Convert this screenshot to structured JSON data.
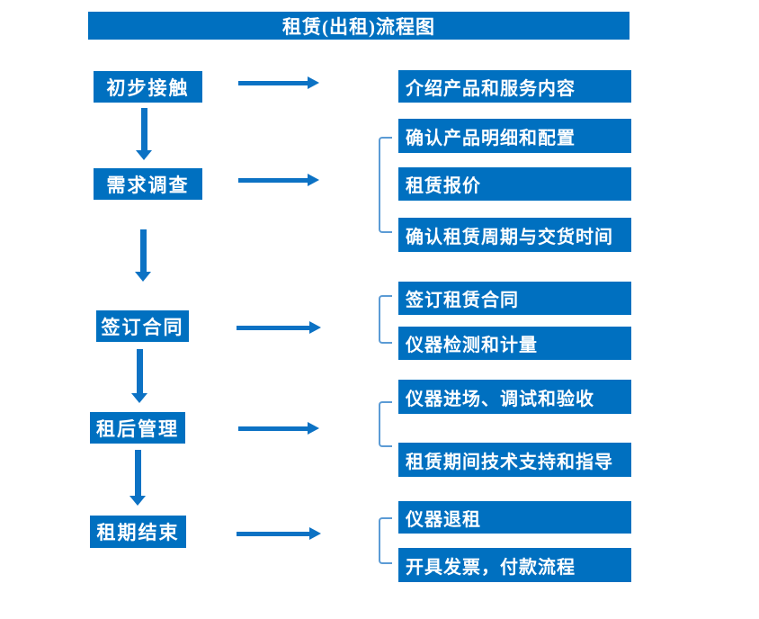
{
  "title": "租赁(出租)流程图",
  "colors": {
    "box_blue": "#0070C0",
    "arrow_blue": "#0C72C4",
    "bracket_blue": "#5B9BD5",
    "text": "#FFFFFF",
    "background": "#FFFFFF"
  },
  "rows": [
    {
      "step": "初步接触",
      "details": [
        "介绍产品和服务内容"
      ]
    },
    {
      "step": "需求调查",
      "details": [
        "确认产品明细和配置",
        "租赁报价",
        "确认租赁周期与交货时间"
      ]
    },
    {
      "step": "签订合同",
      "details": [
        "签订租赁合同",
        "仪器检测和计量"
      ]
    },
    {
      "step": "租后管理",
      "details": [
        "仪器进场、调试和验收",
        "租赁期间技术支持和指导"
      ]
    },
    {
      "step": "租期结束",
      "details": [
        "仪器退租",
        "开具发票，付款流程"
      ]
    }
  ]
}
